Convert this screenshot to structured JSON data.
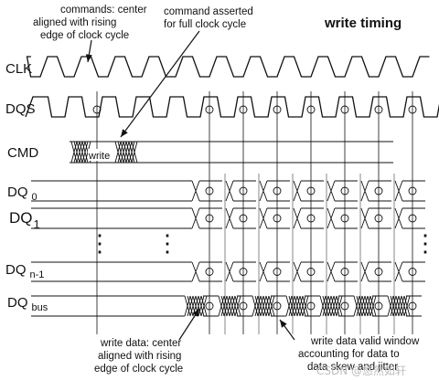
{
  "diagram": {
    "title": "write timing",
    "annotations": {
      "commands_center": [
        "commands: center",
        "aligned with rising",
        "edge of clock cycle"
      ],
      "command_asserted": [
        "command asserted",
        "for full clock cycle"
      ],
      "write_data_center": [
        "write data: center",
        "aligned with rising",
        "edge of clock cycle"
      ],
      "valid_window": [
        "write data valid window",
        "accounting for data to",
        "data skew and jitter"
      ]
    },
    "signals": {
      "clk": "CLK",
      "dqs": "DQS",
      "cmd": "CMD",
      "dq0_main": "DQ",
      "dq0_sub": "0",
      "dq1_main": "DQ",
      "dq1_sub": "1",
      "dqn_main": "DQ",
      "dqn_sub": "n-1",
      "dqbus_main": "DQ",
      "dqbus_sub": "bus"
    },
    "cmd_label": "write",
    "ellipsis": "⋮",
    "watermark": "CSDN @悠然如轩"
  },
  "colors": {
    "ink": "#111111",
    "watermark": "#bdbdbd"
  }
}
